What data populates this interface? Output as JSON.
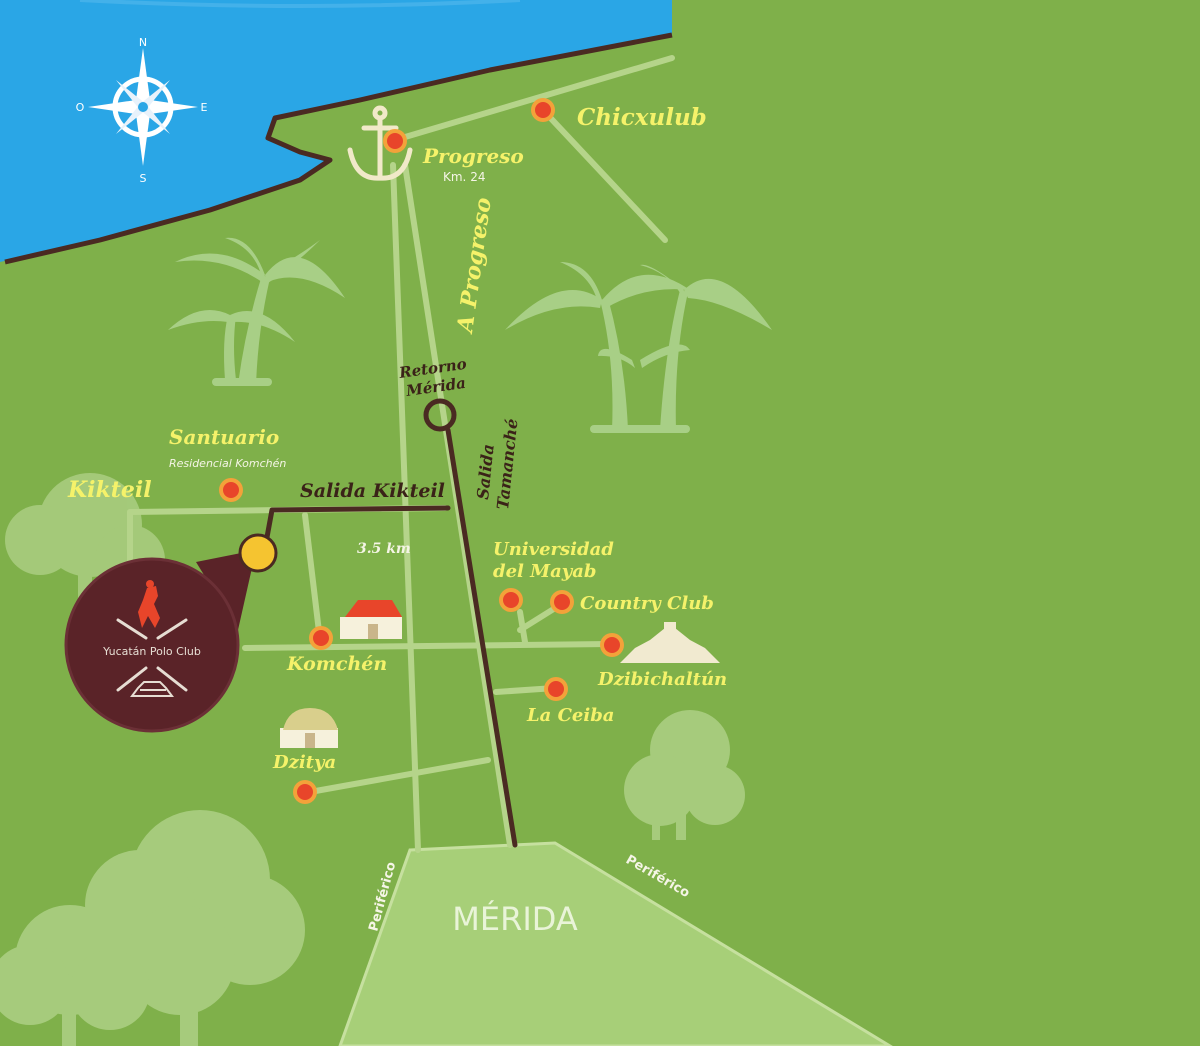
{
  "colors": {
    "land": "#7fb04a",
    "sea": "#2aa6e6",
    "coast": "#4a2a22",
    "road_light": "#b5d48a",
    "road_dark": "#4a2a22",
    "label_yellow": "#f5f26a",
    "label_dark": "#3a2218",
    "marker_red": "#e8452a",
    "marker_ring": "#f3a23a",
    "club_marker": "#f5c430",
    "club_badge": "#5a2328",
    "city_area": "#a7cf78",
    "tree": "#a6cb7c",
    "palm": "#a8cf86"
  },
  "compass": {
    "north": "N",
    "south": "S",
    "east": "E",
    "west": "O",
    "icon": "compass-rose-icon"
  },
  "places": {
    "chicxulub": "Chicxulub",
    "progreso": "Progreso",
    "progreso_km": "Km. 24",
    "santuario": "Santuario",
    "santuario_sub": "Residencial Komchén",
    "kikteil": "Kikteil",
    "komchen": "Komchén",
    "universidad": [
      "Universidad",
      "del Mayab"
    ],
    "country_club": "Country Club",
    "dzibichaltun": "Dzibichaltún",
    "la_ceiba": "La Ceiba",
    "dzitya": "Dzitya",
    "merida": "MÉRIDA"
  },
  "roads": {
    "a_progreso": "A Progreso",
    "retorno": [
      "Retorno",
      "Mérida"
    ],
    "salida_tamanche": [
      "Salida",
      "Tamanché"
    ],
    "salida_kikteil": "Salida Kikteil",
    "distance": "3.5 km",
    "periferico_left": "Periférico",
    "periferico_right": "Periférico"
  },
  "club": {
    "name": "Yucatán Polo Club",
    "logo": "polo-player-logo-icon"
  },
  "icons": [
    "anchor-icon",
    "palm-tree-icon",
    "tree-icon",
    "house-icon",
    "pyramid-icon"
  ]
}
